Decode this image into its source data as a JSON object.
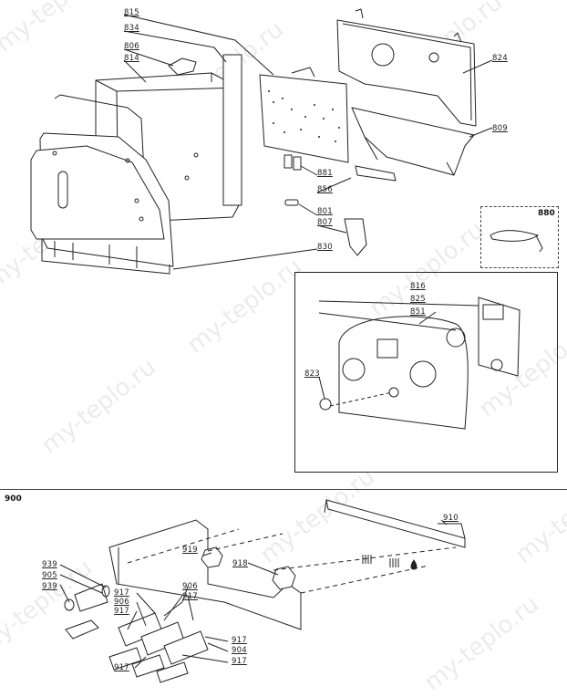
{
  "diagram": {
    "type": "exploded-parts-diagram",
    "watermark_text": "my-teplo.ru",
    "line_color": "#222222",
    "watermark_color": "#e0e0e0"
  },
  "sections": {
    "main_assembly": {
      "labels": [
        {
          "id": "815",
          "text": "815"
        },
        {
          "id": "834",
          "text": "834"
        },
        {
          "id": "806",
          "text": "806"
        },
        {
          "id": "814",
          "text": "814"
        },
        {
          "id": "824",
          "text": "824"
        },
        {
          "id": "809",
          "text": "809"
        },
        {
          "id": "881",
          "text": "881"
        },
        {
          "id": "856",
          "text": "856"
        },
        {
          "id": "801",
          "text": "801"
        },
        {
          "id": "807",
          "text": "807"
        },
        {
          "id": "830",
          "text": "830"
        }
      ]
    },
    "cable_inset": {
      "title": "880"
    },
    "control_panel_inset": {
      "labels": [
        {
          "id": "816",
          "text": "816"
        },
        {
          "id": "825",
          "text": "825"
        },
        {
          "id": "851",
          "text": "851"
        },
        {
          "id": "823",
          "text": "823"
        }
      ]
    },
    "hydraulic_group": {
      "title": "900",
      "labels": [
        {
          "id": "910",
          "text": "910"
        },
        {
          "id": "919",
          "text": "919"
        },
        {
          "id": "918",
          "text": "918"
        },
        {
          "id": "939a",
          "text": "939"
        },
        {
          "id": "905",
          "text": "905"
        },
        {
          "id": "939b",
          "text": "939"
        },
        {
          "id": "917a",
          "text": "917"
        },
        {
          "id": "906a",
          "text": "906"
        },
        {
          "id": "917b",
          "text": "917"
        },
        {
          "id": "906b",
          "text": "906"
        },
        {
          "id": "917c",
          "text": "917"
        },
        {
          "id": "917d",
          "text": "917"
        },
        {
          "id": "904",
          "text": "904"
        },
        {
          "id": "917e",
          "text": "917"
        },
        {
          "id": "917f",
          "text": "917"
        }
      ]
    }
  }
}
